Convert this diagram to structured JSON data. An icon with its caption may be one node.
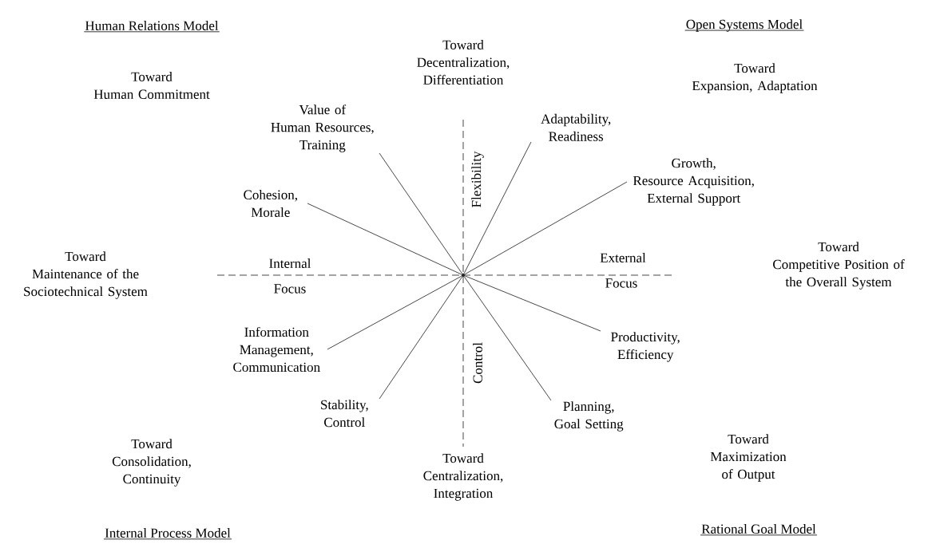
{
  "diagram": {
    "nodes": [
      {
        "text": [],
        "shape": "circle"
      },
      {
        "text": [
          "Value of Human Resources, Training"
        ]
      },
      {
        "text": [
          "Adaptability, Readiness"
        ]
      },
      {
        "text": [
          "Growth, Resource Acquisition, External Support"
        ]
      },
      {
        "text": [
          "Cohesion, Morale"
        ]
      },
      {
        "text": [
          "Information Management, Communication"
        ]
      },
      {
        "text": [
          "Productivity, Efficiency"
        ]
      },
      {
        "text": [
          "Stability, Control"
        ]
      },
      {
        "text": [
          "Planning, Goal Setting"
        ]
      }
    ],
    "edges": [
      {
        "from": 0,
        "to": 1,
        "arrow": "none"
      },
      {
        "from": 0,
        "to": 2,
        "arrow": "none"
      },
      {
        "from": 0,
        "to": 3,
        "arrow": "none"
      },
      {
        "from": 0,
        "to": 4,
        "arrow": "none"
      },
      {
        "from": 0,
        "to": 5,
        "arrow": "none"
      },
      {
        "from": 0,
        "to": 6,
        "arrow": "none"
      },
      {
        "from": 0,
        "to": 7,
        "arrow": "none"
      },
      {
        "from": 0,
        "to": 8,
        "arrow": "none"
      }
    ],
    "labels": [
      "Human Relations Model",
      "Open Systems Model",
      "Toward Decentralization, Differentiation",
      "Toward Human Commitment",
      "Toward Expansion, Adaptation",
      "Flexibility",
      "Toward Maintenance of the Sociotechnical System",
      "Internal",
      "External",
      "Toward Competitive Position of the Overall System",
      "Focus",
      "Focus",
      "Control",
      "Toward Consolidation, Continuity",
      "Toward Centralization, Integration",
      "Toward Maximization of Output",
      "Internal Process Model",
      "Rational Goal Model"
    ]
  }
}
